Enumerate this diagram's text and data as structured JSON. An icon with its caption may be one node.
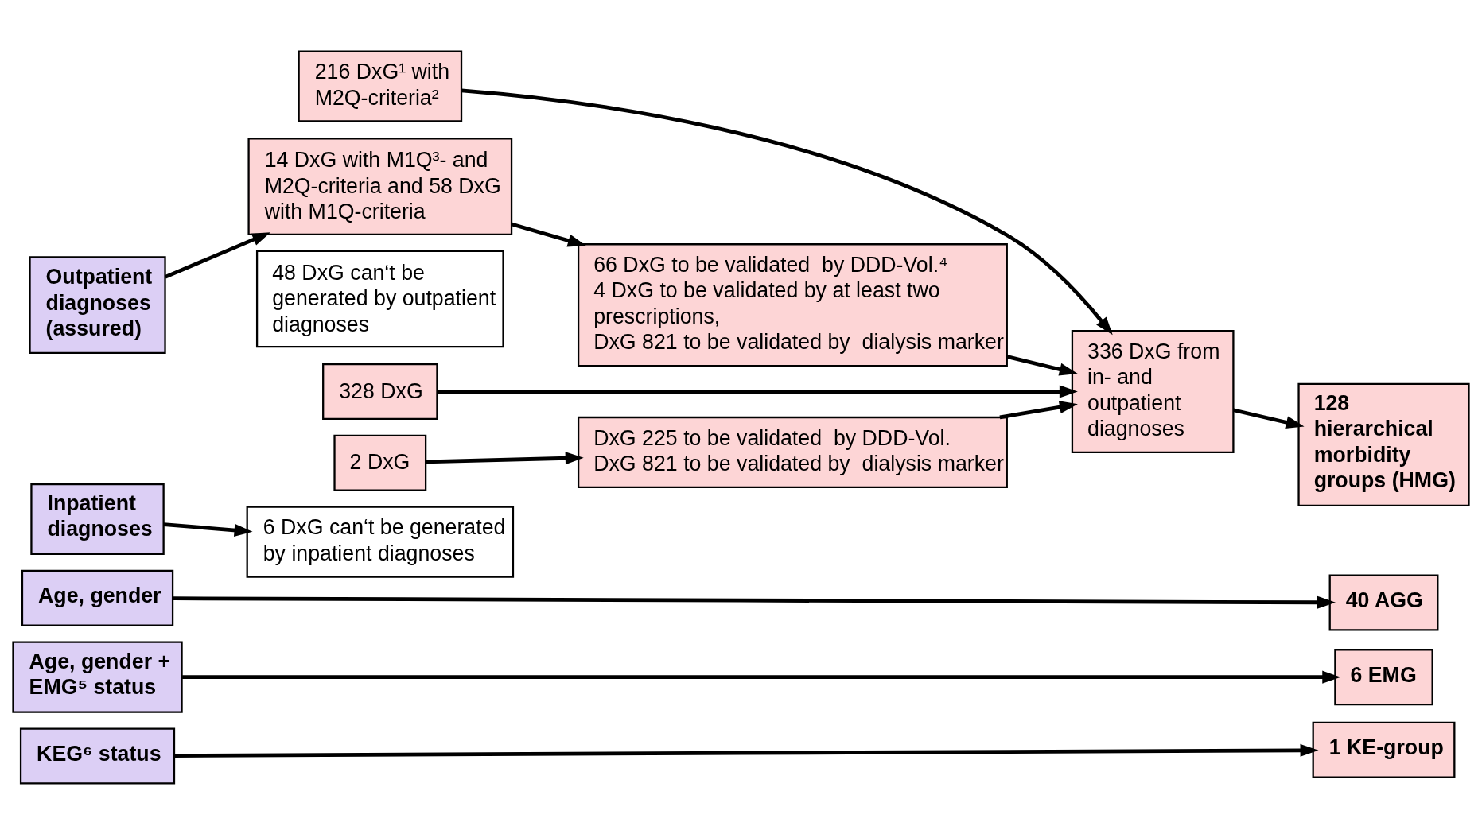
{
  "diagram": {
    "nodes": [
      {
        "text": [
          "Outpatient diagnoses (assured)"
        ]
      },
      {
        "text": [
          "216 DxG¹ with M2Q-criteria²"
        ]
      },
      {
        "text": [
          "14 DxG with M1Q³- and M2Q-criteria and 58 DxG with M1Q-criteria"
        ]
      },
      {
        "text": [
          "48 DxG can‘t be generated by outpatient diagnoses"
        ]
      },
      {
        "text": [
          "66 DxG to be validated  by DDD-Vol.⁴",
          "4 DxG to be validated by at least two prescriptions,",
          "DxG 821 to be validated by  dialysis marker"
        ]
      },
      {
        "text": [
          "336 DxG from in- and outpatient diagnoses"
        ]
      },
      {
        "text": [
          "128 hierarchical morbidity groups (HMG)"
        ]
      },
      {
        "text": [
          "Inpatient diagnoses"
        ]
      },
      {
        "text": [
          "328 DxG"
        ]
      },
      {
        "text": [
          "2 DxG"
        ]
      },
      {
        "text": [
          "6 DxG can‘t be generated by inpatient diagnoses"
        ]
      },
      {
        "text": [
          "DxG 225 to be validated  by DDD-Vol.",
          "DxG 821 to be validated by  dialysis marker"
        ]
      },
      {
        "text": [
          "Age, gender"
        ]
      },
      {
        "text": [
          "40 AGG"
        ]
      },
      {
        "text": [
          "Age, gender + EMG⁵ status"
        ]
      },
      {
        "text": [
          "6 EMG"
        ]
      },
      {
        "text": [
          "KEG⁶ status"
        ]
      },
      {
        "text": [
          "1 KE-group"
        ]
      }
    ],
    "edges": [
      {
        "from": 0,
        "to": 2,
        "arrow": "to"
      },
      {
        "from": 1,
        "to": 5,
        "arrow": "to"
      },
      {
        "from": 2,
        "to": 4,
        "arrow": "to"
      },
      {
        "from": 4,
        "to": 5,
        "arrow": "to"
      },
      {
        "from": 5,
        "to": 6,
        "arrow": "to"
      },
      {
        "from": 7,
        "to": 10,
        "arrow": "to"
      },
      {
        "from": 8,
        "to": 5,
        "arrow": "to"
      },
      {
        "from": 9,
        "to": 11,
        "arrow": "to"
      },
      {
        "from": 11,
        "to": 5,
        "arrow": "to"
      },
      {
        "from": 12,
        "to": 13,
        "arrow": "to"
      },
      {
        "from": 14,
        "to": 15,
        "arrow": "to"
      },
      {
        "from": 16,
        "to": 17,
        "arrow": "to"
      }
    ]
  }
}
